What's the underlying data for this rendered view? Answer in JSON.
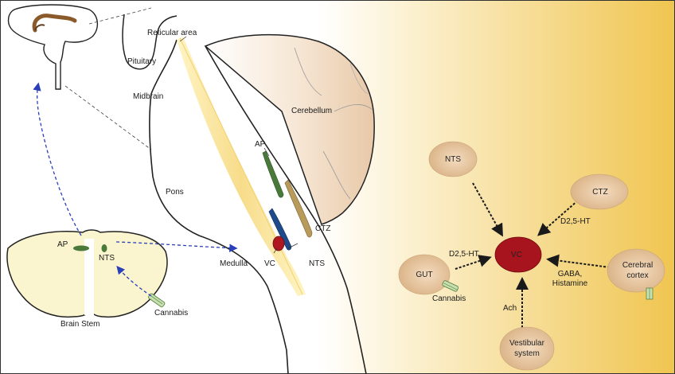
{
  "anatomy": {
    "labels": {
      "reticular_area": "Reticular area",
      "pituitary": "Pituitary",
      "midbrain": "Midbrain",
      "cerebellum": "Cerebellum",
      "pons": "Pons",
      "ap_upper": "AP",
      "ctz": "CTZ",
      "vc": "VC",
      "nts_upper": "NTS",
      "medulla": "Medulla",
      "ap_stem": "AP",
      "nts_stem": "NTS",
      "brain_stem": "Brain Stem",
      "cannabis": "Cannabis"
    },
    "colors": {
      "brainstem_fill": "#fbf5cf",
      "ap_green": "#4a7a3a",
      "ctz_tan": "#b89a5a",
      "vc_red": "#b01820",
      "nts_blue": "#1f4a8a",
      "reticular_yellow": "#f8e4a0",
      "arrow_blue": "#2a3fb8"
    }
  },
  "pathway": {
    "nodes": {
      "nts": "NTS",
      "ctz": "CTZ",
      "vc": "VC",
      "gut": "GUT",
      "cortex_line1": "Cerebral",
      "cortex_line2": "cortex",
      "vestibular_line1": "Vestibular",
      "vestibular_line2": "system"
    },
    "edge_labels": {
      "ctz_vc": "D2,5-HT",
      "gut_vc": "D2,5-HT",
      "cortex_vc_line1": "GABA,",
      "cortex_vc_line2": "Histamine",
      "vestibular_vc": "Ach",
      "gut_cannabis": "Cannabis"
    },
    "colors": {
      "node_fill": "#e6c49a",
      "vc_fill": "#a8141e",
      "background_right": "#f0c550"
    }
  }
}
